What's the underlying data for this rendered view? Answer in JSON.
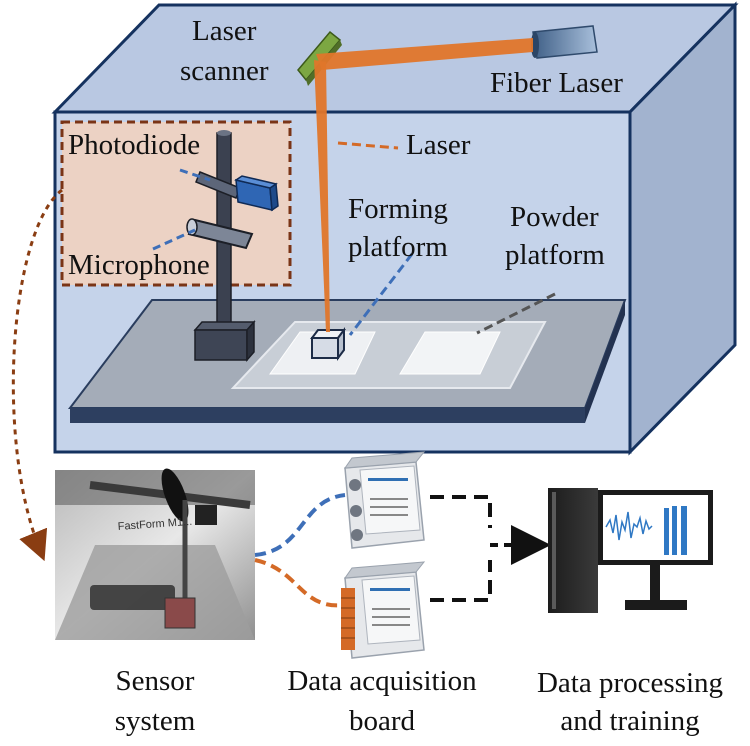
{
  "colors": {
    "chamber_front": "#c5d3ea",
    "chamber_side": "#a2b3cf",
    "chamber_top": "#b9c8e2",
    "chamber_edge": "#15325f",
    "laser_orange": "#e0762a",
    "sensor_box_fill": "#ecd2c4",
    "sensor_box_border": "#7a3416",
    "arrow_brown": "#8a3d12",
    "mic_link_blue": "#3e6fb8",
    "pd_link_orange": "#d46a27",
    "spectrum_blue": "#2f78c4"
  },
  "labels": {
    "laser_scanner": [
      "Laser",
      "scanner"
    ],
    "fiber_laser": "Fiber Laser",
    "laser": "Laser",
    "photodiode": "Photodiode",
    "microphone": "Microphone",
    "forming_platform": [
      "Forming",
      "platform"
    ],
    "powder_platform": [
      "Powder",
      "platform"
    ],
    "sensor_system": [
      "Sensor",
      "system"
    ],
    "daq_board": [
      "Data acquisition",
      "board"
    ],
    "processing": [
      "Data processing",
      "and training"
    ]
  },
  "photo": {
    "machine_text": "FastForm M1..."
  },
  "icons": {
    "sensor_photo": "sensor-photo-icon",
    "daq_module_top": "daq-module-icon",
    "daq_module_bottom": "daq-module-icon",
    "computer": "computer-icon"
  }
}
